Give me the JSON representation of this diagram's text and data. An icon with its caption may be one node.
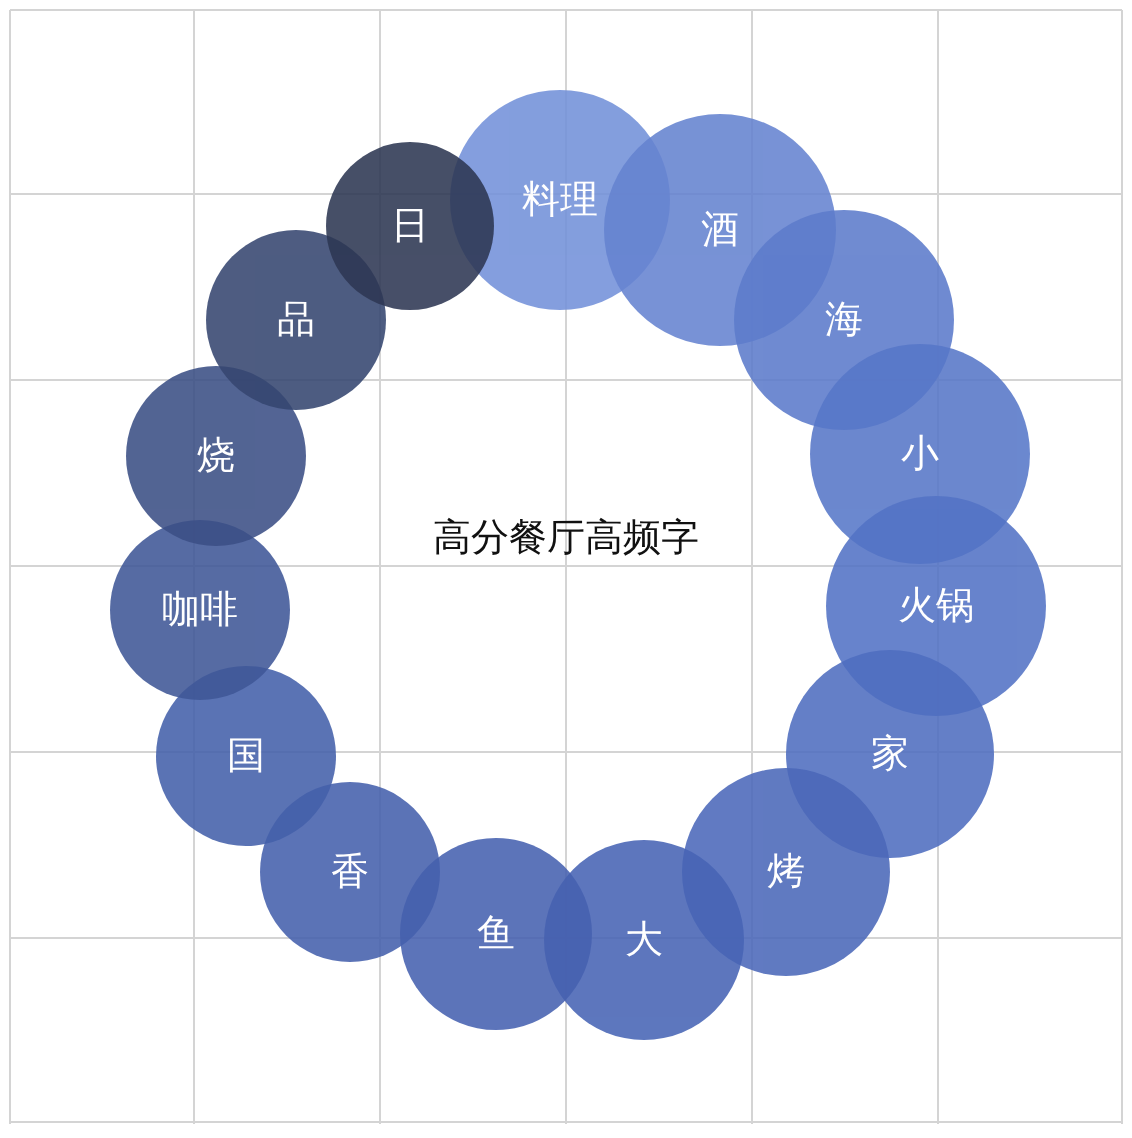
{
  "diagram": {
    "title": "高分餐厅高频字",
    "nodes": [
      {
        "text": [
          "料理"
        ]
      },
      {
        "text": [
          "酒"
        ]
      },
      {
        "text": [
          "海"
        ]
      },
      {
        "text": [
          "小"
        ]
      },
      {
        "text": [
          "火锅"
        ]
      },
      {
        "text": [
          "家"
        ]
      },
      {
        "text": [
          "烤"
        ]
      },
      {
        "text": [
          "大"
        ]
      },
      {
        "text": [
          "鱼"
        ]
      },
      {
        "text": [
          "香"
        ]
      },
      {
        "text": [
          "国"
        ]
      },
      {
        "text": [
          "咖啡"
        ]
      },
      {
        "text": [
          "烧"
        ]
      },
      {
        "text": [
          "品"
        ]
      },
      {
        "text": [
          "日"
        ]
      }
    ],
    "edges": []
  }
}
